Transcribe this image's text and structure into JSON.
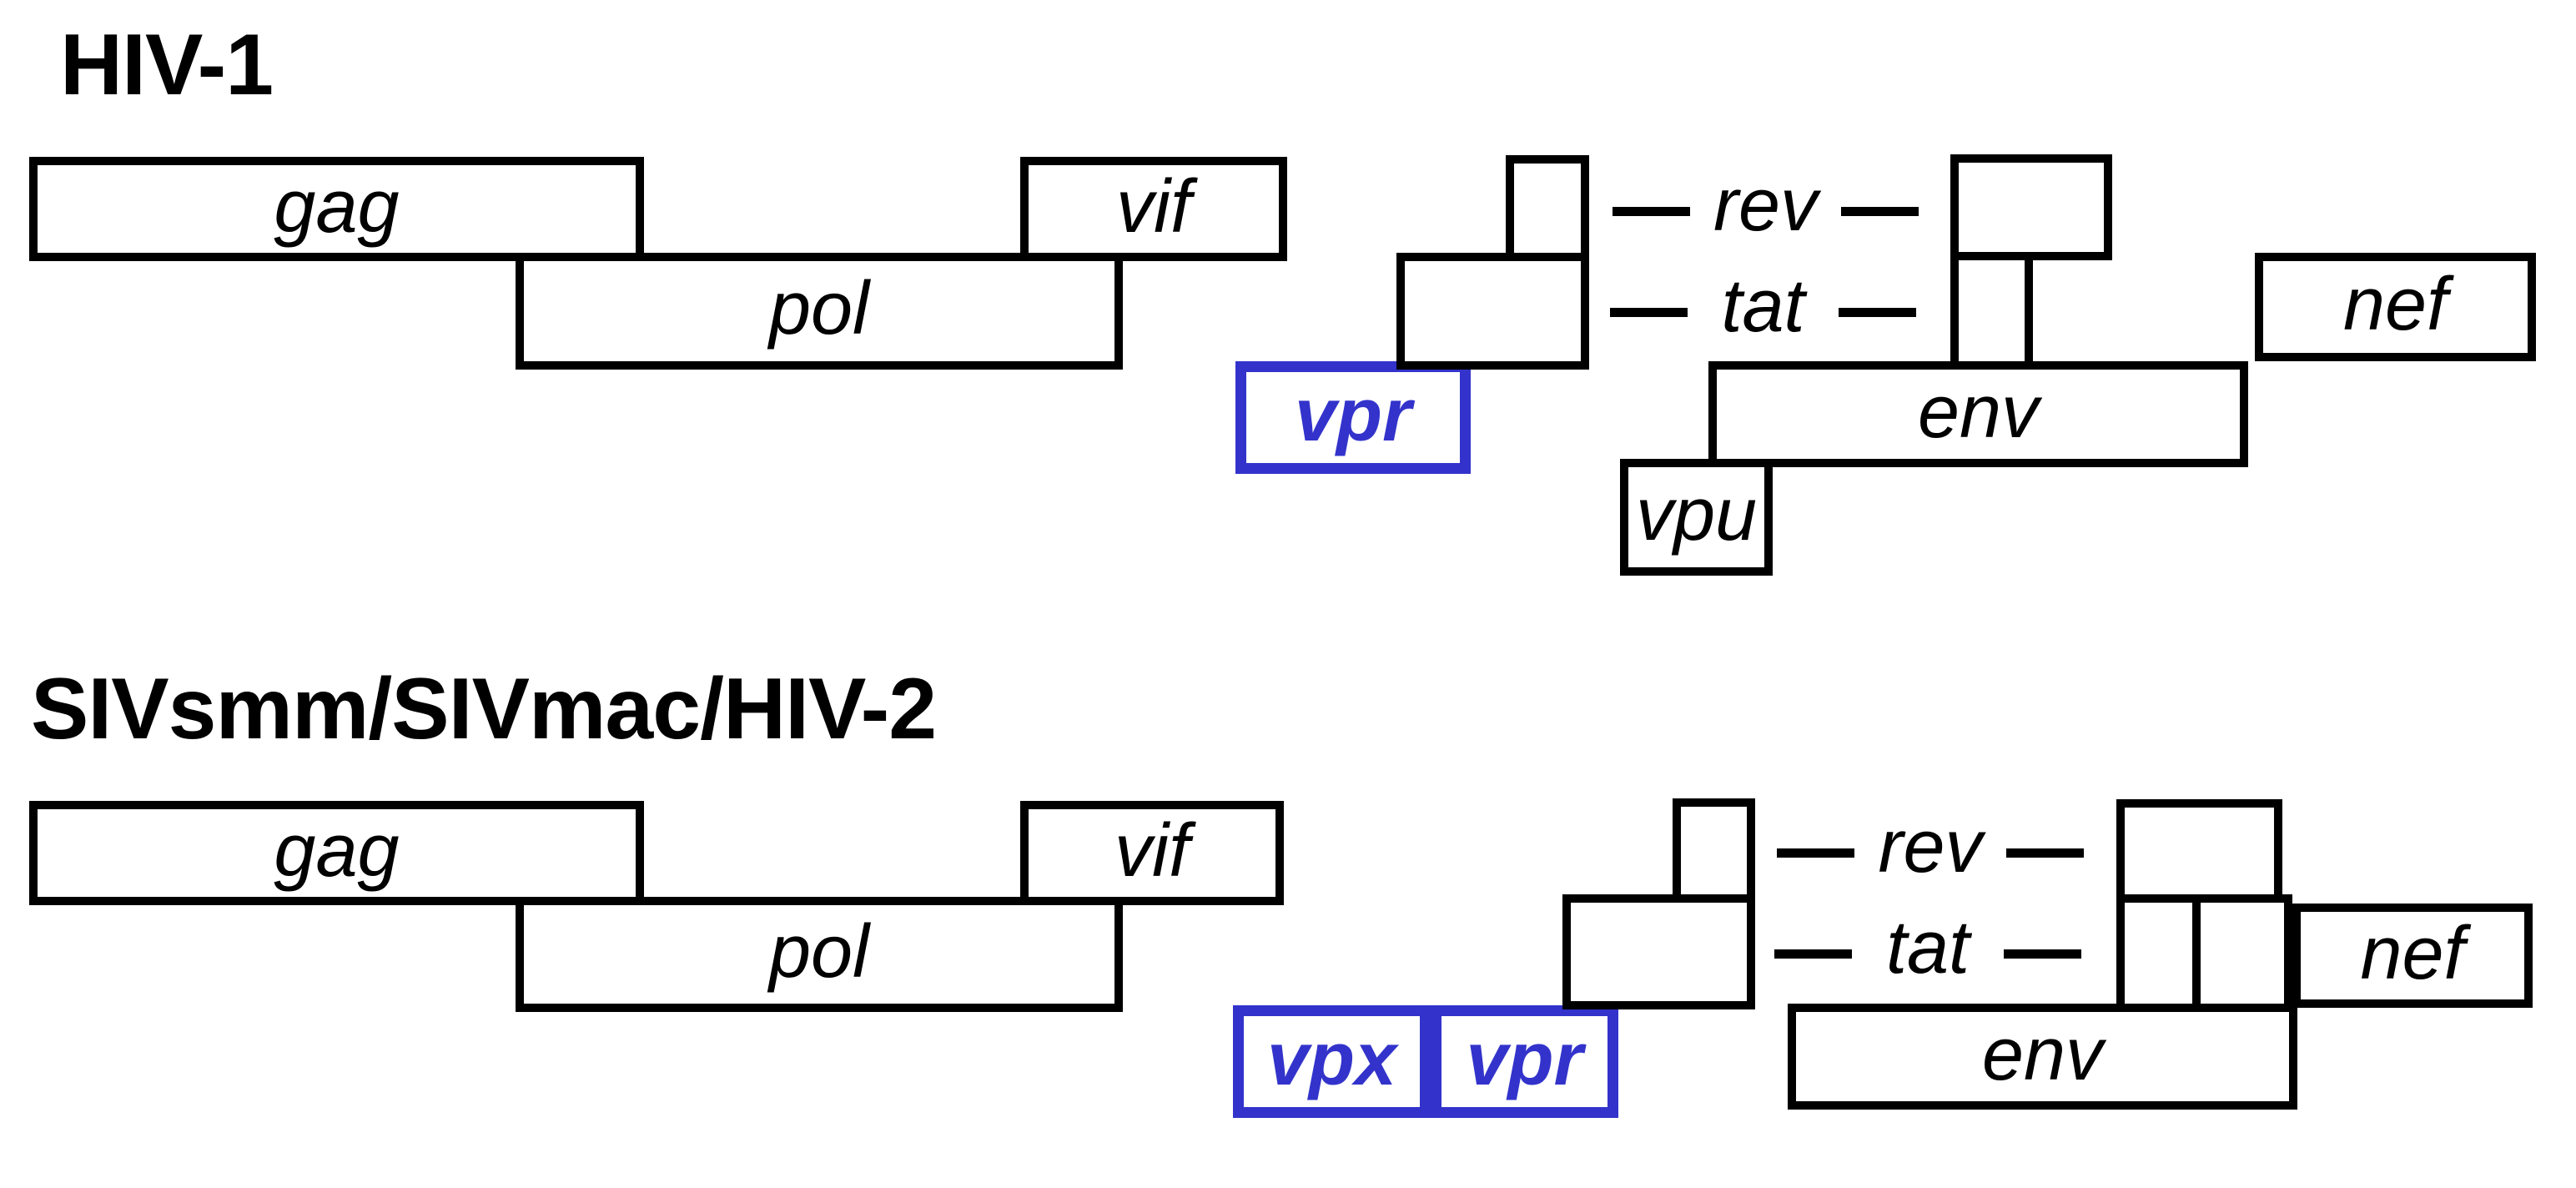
{
  "colors": {
    "accent_blue": "#3333cc",
    "line_black": "#000000",
    "background": "#ffffff"
  },
  "hiv1": {
    "title": "HIV-1",
    "gag": "gag",
    "pol": "pol",
    "vif": "vif",
    "vpr": "vpr",
    "rev": "rev",
    "tat": "tat",
    "env": "env",
    "vpu": "vpu",
    "nef": "nef"
  },
  "siv": {
    "title": "SIVsmm/SIVmac/HIV-2",
    "gag": "gag",
    "pol": "pol",
    "vif": "vif",
    "vpx": "vpx",
    "vpr": "vpr",
    "rev": "rev",
    "tat": "tat",
    "env": "env",
    "nef": "nef"
  }
}
